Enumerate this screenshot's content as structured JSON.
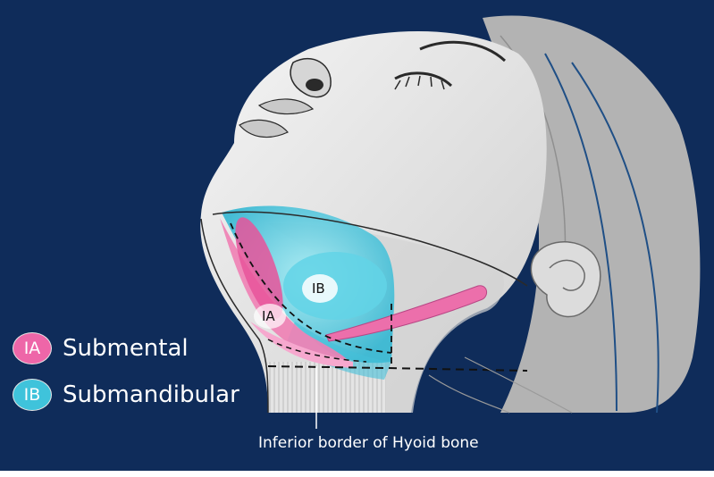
{
  "colors": {
    "background": "#0f2c5a",
    "skin": "#e7e7e7",
    "skin_shadow": "#b9b9b9",
    "submental": "#ee66a8",
    "submandibular": "#3fc3db"
  },
  "icons": [
    "head-illustration",
    "ear-icon",
    "eye-icon",
    "nose-icon"
  ],
  "legend": [
    {
      "code": "IA",
      "label": "Submental",
      "color": "#ee66a8"
    },
    {
      "code": "IB",
      "label": "Submandibular",
      "color": "#3fc3db"
    }
  ],
  "regions": {
    "ia_label": "IA",
    "ib_label": "IB"
  },
  "caption": "Inferior border of Hyoid bone"
}
